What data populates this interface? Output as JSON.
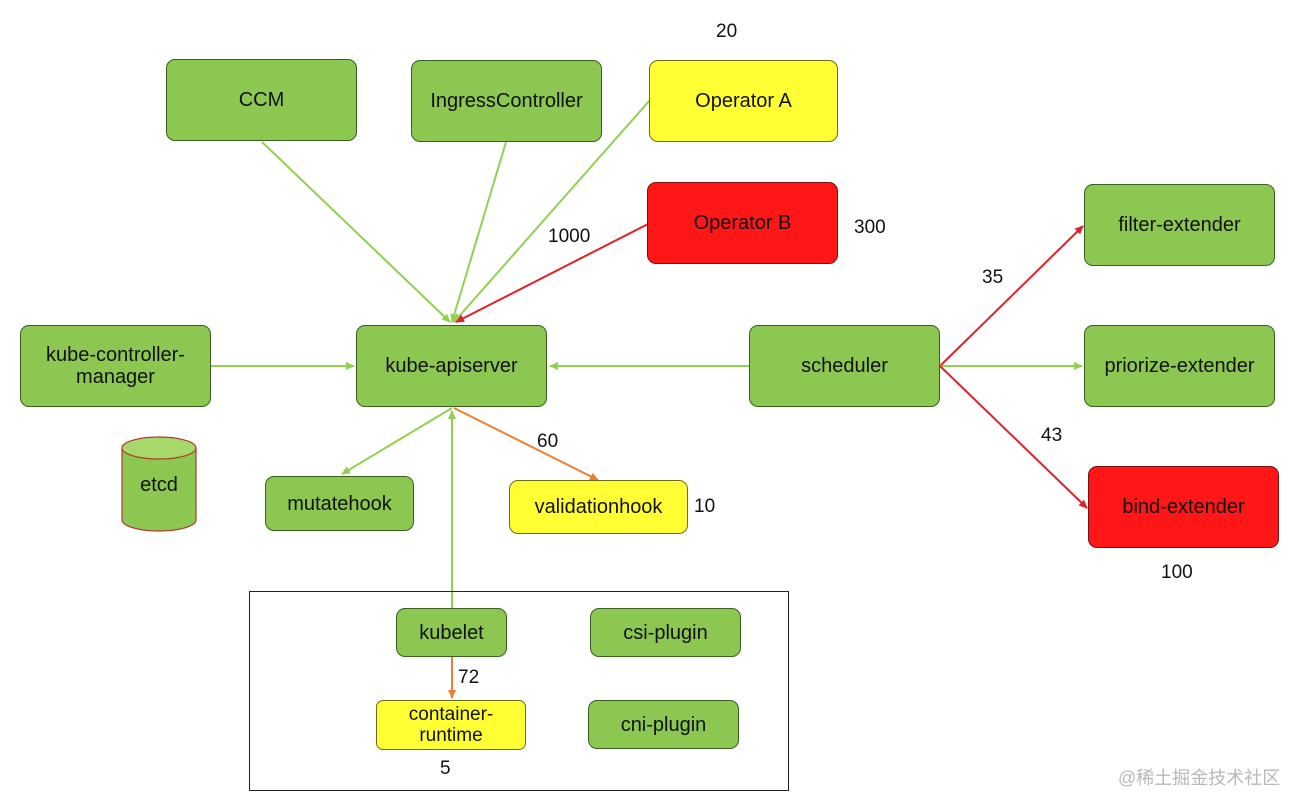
{
  "nodes": {
    "ccm": "CCM",
    "ingress_controller": "IngressController",
    "operator_a": "Operator A",
    "operator_b": "Operator B",
    "kube_controller_manager": "kube-controller-manager",
    "kube_apiserver": "kube-apiserver",
    "scheduler": "scheduler",
    "filter_extender": "filter-extender",
    "priorize_extender": "priorize-extender",
    "bind_extender": "bind-extender",
    "etcd": "etcd",
    "mutatehook": "mutatehook",
    "validationhook": "validationhook",
    "kubelet": "kubelet",
    "csi_plugin": "csi-plugin",
    "container_runtime": "container-runtime",
    "cni_plugin": "cni-plugin"
  },
  "labels": {
    "operator_a_count": "20",
    "operator_b_count": "300",
    "operator_b_edge": "1000",
    "filter_edge": "35",
    "bind_edge": "43",
    "bind_count": "100",
    "validation_edge": "60",
    "validation_count": "10",
    "runtime_edge": "72",
    "runtime_count": "5"
  },
  "colors": {
    "green": "#8cc751",
    "yellow": "#ffff33",
    "red": "#ff1616",
    "edge_green": "#92d050",
    "edge_red": "#e0202a",
    "edge_orange": "#ed7d31"
  },
  "watermark": "@稀土掘金技术社区"
}
